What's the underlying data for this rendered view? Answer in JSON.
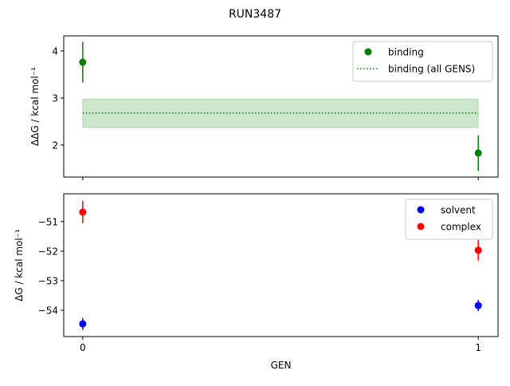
{
  "title": "RUN3487",
  "chart_data": [
    {
      "type": "scatter",
      "ylabel": "ΔΔG / kcal mol⁻¹",
      "xlim": [
        -0.048,
        1.05
      ],
      "ylim": [
        1.32,
        4.32
      ],
      "yticks": [
        2,
        3,
        4
      ],
      "xticks": [
        0,
        1
      ],
      "grid": false,
      "legend_position": "top-right",
      "series": [
        {
          "name": "binding",
          "color": "#008000",
          "marker": "circle",
          "x": [
            0,
            1
          ],
          "y": [
            3.76,
            1.83
          ],
          "yerr": [
            0.43,
            0.38
          ]
        }
      ],
      "reference": {
        "name": "binding (all GENS)",
        "color": "#008000",
        "style": "dotted",
        "value": 2.68,
        "band": [
          2.37,
          2.98
        ],
        "x": [
          0,
          1
        ]
      }
    },
    {
      "type": "scatter",
      "ylabel": "ΔG / kcal mol⁻¹",
      "xlabel": "GEN",
      "xlim": [
        -0.048,
        1.05
      ],
      "ylim": [
        -54.89,
        -50.06
      ],
      "yticks": [
        -54,
        -53,
        -52,
        -51
      ],
      "xticks": [
        0,
        1
      ],
      "grid": false,
      "legend_position": "top-right",
      "series": [
        {
          "name": "solvent",
          "color": "#0000ff",
          "marker": "circle",
          "x": [
            0,
            1
          ],
          "y": [
            -54.46,
            -53.84
          ],
          "yerr": [
            0.2,
            0.19
          ]
        },
        {
          "name": "complex",
          "color": "#ff0000",
          "marker": "circle",
          "x": [
            0,
            1
          ],
          "y": [
            -50.68,
            -51.97
          ],
          "yerr": [
            0.38,
            0.35
          ]
        }
      ]
    }
  ]
}
